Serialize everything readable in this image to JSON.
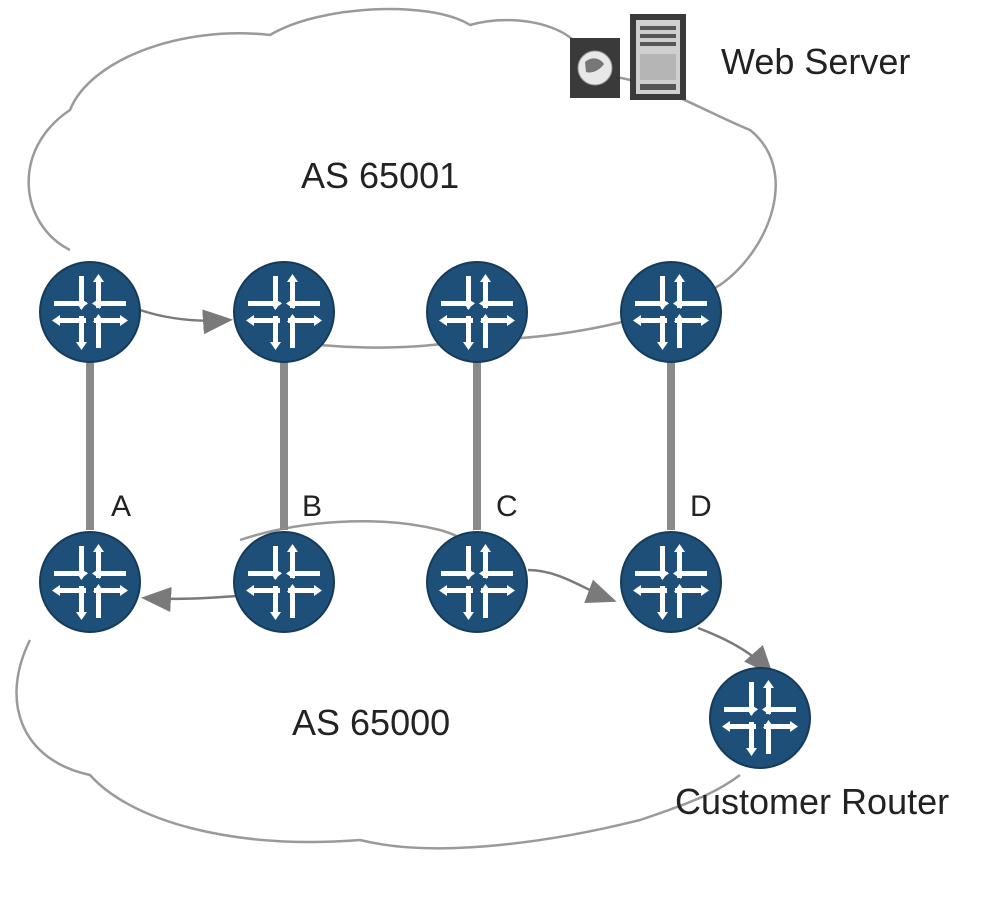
{
  "colors": {
    "router_fill": "#1e4f78",
    "router_arrow": "#ffffff",
    "link": "#8a8a8a",
    "cloud_stroke": "#9a9a9a",
    "flow_arrow": "#7a7a7a",
    "server_body": "#3a3a3a",
    "text": "#222222"
  },
  "as_top": {
    "label": "AS 65001"
  },
  "as_bottom": {
    "label": "AS 65000"
  },
  "web_server": {
    "label": "Web Server",
    "icon": "web-server-icon"
  },
  "customer_router": {
    "label": "Customer Router",
    "icon": "router-icon"
  },
  "links": [
    {
      "id": "a",
      "label": "A"
    },
    {
      "id": "b",
      "label": "B"
    },
    {
      "id": "c",
      "label": "C"
    },
    {
      "id": "d",
      "label": "D"
    }
  ],
  "routers": {
    "top": [
      "router-icon",
      "router-icon",
      "router-icon",
      "router-icon"
    ],
    "bottom": [
      "router-icon",
      "router-icon",
      "router-icon",
      "router-icon"
    ]
  }
}
